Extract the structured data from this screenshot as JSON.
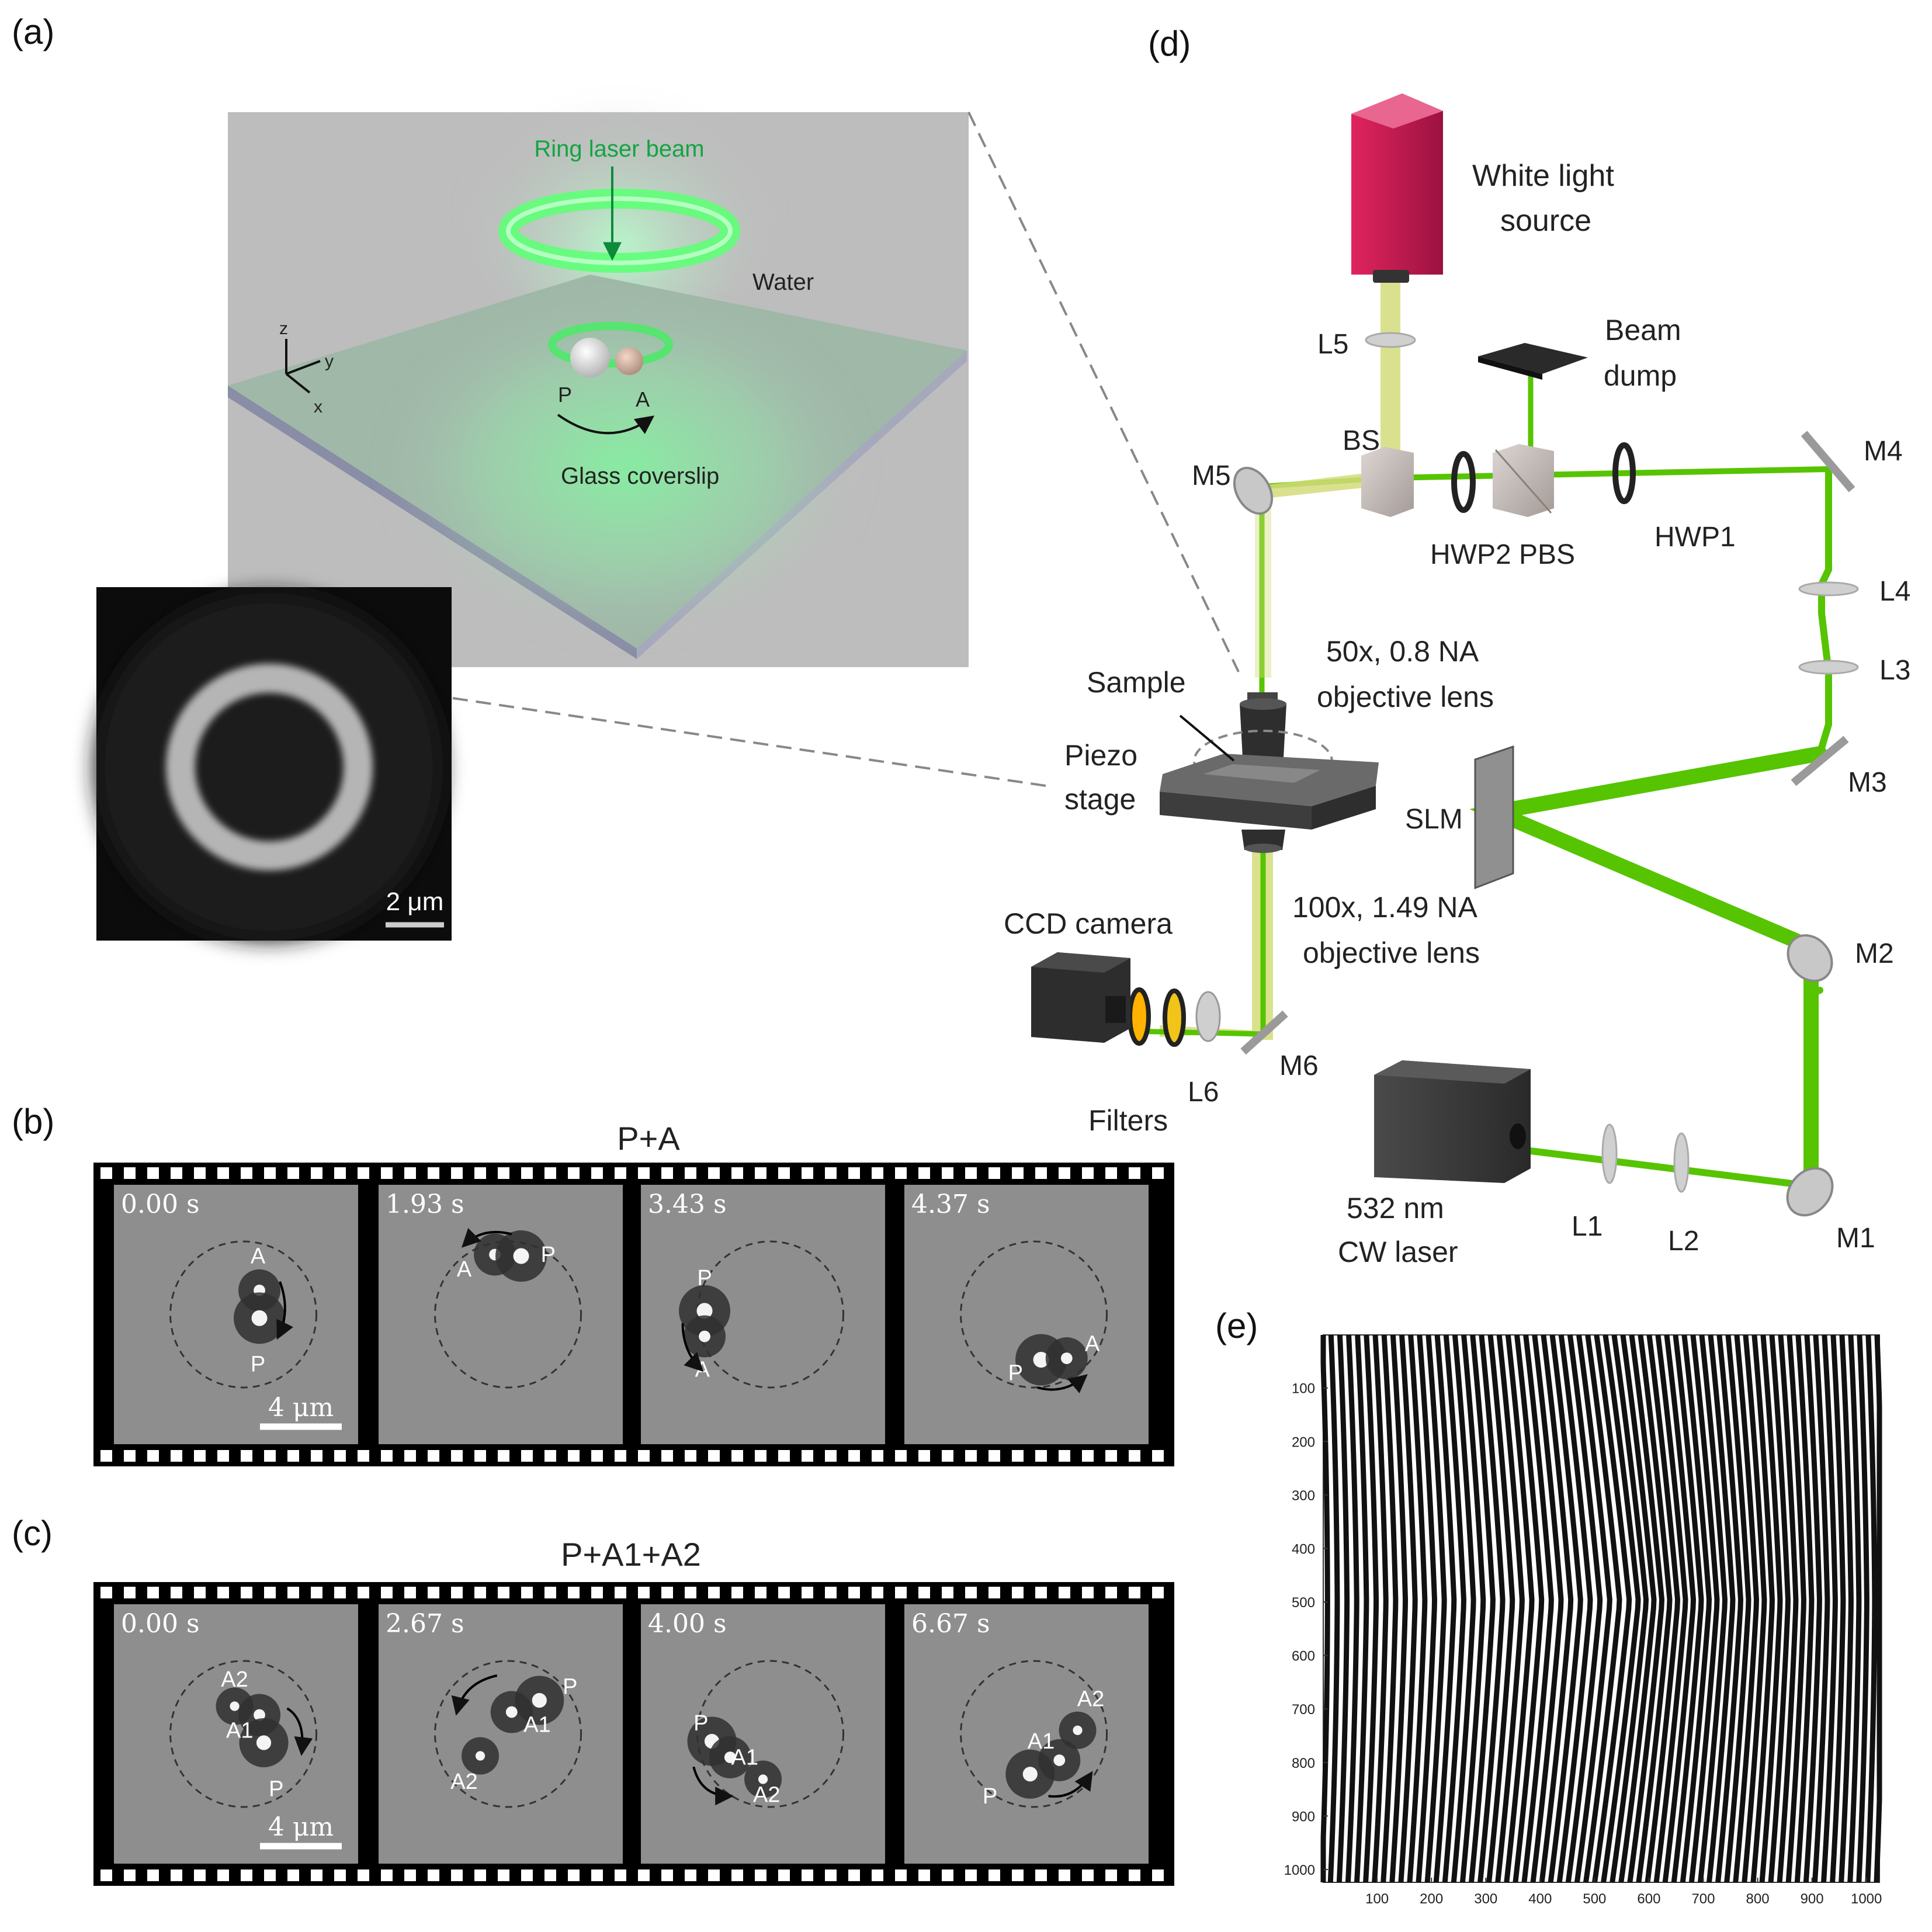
{
  "panels": {
    "a": "(a)",
    "b": "(b)",
    "c": "(c)",
    "d": "(d)",
    "e": "(e)"
  },
  "panel_a": {
    "ring_beam": "Ring laser beam",
    "water": "Water",
    "coverslip": "Glass coverslip",
    "axis_z": "z",
    "axis_y": "y",
    "axis_x": "x",
    "particle_p": "P",
    "particle_a": "A",
    "inset_scale": "2 μm"
  },
  "panel_b": {
    "title": "P+A",
    "scale": "4 μm",
    "frames": [
      {
        "time": "0.00 s",
        "labels": [
          "A",
          "P"
        ]
      },
      {
        "time": "1.93 s",
        "labels": [
          "A",
          "P"
        ]
      },
      {
        "time": "3.43 s",
        "labels": [
          "P",
          "A"
        ]
      },
      {
        "time": "4.37 s",
        "labels": [
          "P",
          "A"
        ]
      }
    ]
  },
  "panel_c": {
    "title": "P+A1+A2",
    "scale": "4 μm",
    "frames": [
      {
        "time": "0.00 s",
        "labels": [
          "A2",
          "A1",
          "P"
        ]
      },
      {
        "time": "2.67 s",
        "labels": [
          "P",
          "A1",
          "A2"
        ]
      },
      {
        "time": "4.00 s",
        "labels": [
          "P",
          "A1",
          "A2"
        ]
      },
      {
        "time": "6.67 s",
        "labels": [
          "A2",
          "A1",
          "P"
        ]
      }
    ]
  },
  "panel_d": {
    "white_light_1": "White light",
    "white_light_2": "source",
    "beam_dump_1": "Beam",
    "beam_dump_2": "dump",
    "L5": "L5",
    "BS": "BS",
    "M5": "M5",
    "M4": "M4",
    "HWP2": "HWP2",
    "PBS": "PBS",
    "HWP1": "HWP1",
    "L4": "L4",
    "L3": "L3",
    "M3": "M3",
    "SLM": "SLM",
    "M2": "M2",
    "M1": "M1",
    "L1": "L1",
    "L2": "L2",
    "M6": "M6",
    "L6": "L6",
    "sample": "Sample",
    "piezo_1": "Piezo",
    "piezo_2": "stage",
    "obj50_1": "50x, 0.8 NA",
    "obj50_2": "objective lens",
    "obj100_1": "100x, 1.49 NA",
    "obj100_2": "objective lens",
    "ccd": "CCD camera",
    "filters": "Filters",
    "laser_1": "532 nm",
    "laser_2": "CW laser",
    "colors": {
      "laser_green": "#59c100",
      "white_light": "#d9e08a",
      "source_body": "#c2184f"
    }
  },
  "chart_data": {
    "type": "heatmap",
    "title": "",
    "xlabel": "",
    "ylabel": "",
    "xlim": [
      1,
      1024
    ],
    "ylim": [
      1,
      1024
    ],
    "x_ticks": [
      100,
      200,
      300,
      400,
      500,
      600,
      700,
      800,
      900,
      1000
    ],
    "y_ticks": [
      100,
      200,
      300,
      400,
      500,
      600,
      700,
      800,
      900,
      1000
    ],
    "colormap": "gray",
    "grid": false
  }
}
